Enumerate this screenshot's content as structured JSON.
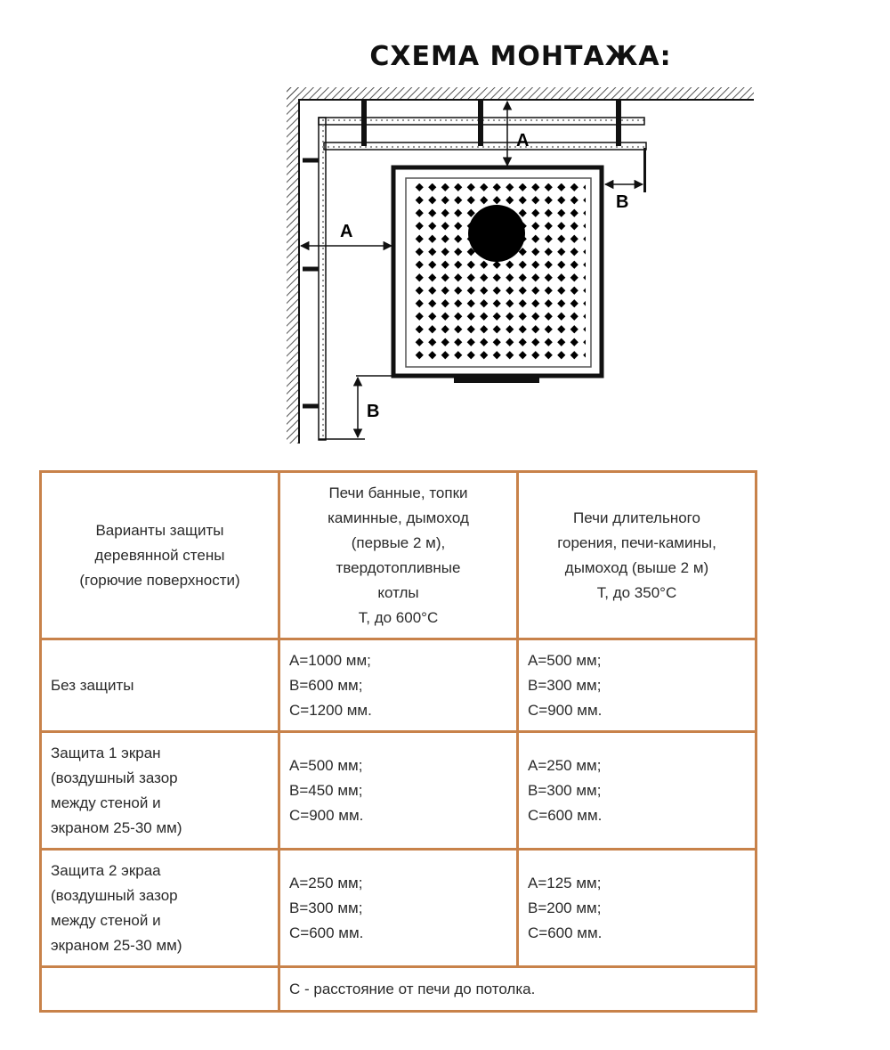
{
  "title": "СХЕМА МОНТАЖА:",
  "diagram": {
    "labels": {
      "a_top": "А",
      "a_left": "А",
      "b_right": "В",
      "b_bottom": "В"
    },
    "colors": {
      "line": "#111111",
      "hatch": "#444444",
      "board": "#ffffff"
    }
  },
  "table": {
    "header": {
      "col1": [
        "Варианты защиты",
        "деревянной стены",
        "(горючие поверхности)"
      ],
      "col2": [
        "Печи банные, топки",
        "каминные, дымоход",
        "(первые 2 м),",
        "твердотопливные",
        "котлы",
        "Т, до 600°С"
      ],
      "col3": [
        "Печи длительного",
        "горения, печи-камины,",
        "дымоход (выше 2 м)",
        "Т, до 350°С"
      ]
    },
    "rows": [
      {
        "label": [
          "Без защиты"
        ],
        "col2": [
          "А=1000 мм;",
          "В=600 мм;",
          "С=1200 мм."
        ],
        "col3": [
          "А=500 мм;",
          "В=300 мм;",
          "С=900 мм."
        ]
      },
      {
        "label": [
          "Защита 1 экран",
          "(воздушный зазор",
          "между стеной и",
          "экраном 25-30 мм)"
        ],
        "col2": [
          "А=500 мм;",
          "В=450 мм;",
          "С=900 мм."
        ],
        "col3": [
          "А=250 мм;",
          "В=300 мм;",
          "С=600 мм."
        ]
      },
      {
        "label": [
          "Защита 2 экраа",
          "(воздушный зазор",
          "между стеной и",
          "экраном 25-30 мм)"
        ],
        "col2": [
          "А=250 мм;",
          "В=300 мм;",
          "С=600 мм."
        ],
        "col3": [
          "А=125 мм;",
          "В=200 мм;",
          "С=600 мм."
        ]
      }
    ],
    "footer": "С - расстояние от печи до потолка.",
    "border_color": "#c8824a"
  }
}
